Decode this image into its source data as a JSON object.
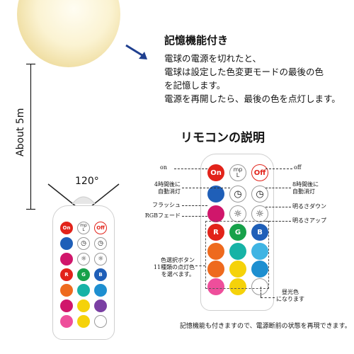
{
  "feature": {
    "title": "記憶機能付き",
    "lines": [
      "電球の電源を切れたと、",
      "電球は設定した色変更モードの最後の色",
      "を記憶します。",
      "電源を再開したら、最後の色を点灯します。"
    ]
  },
  "distance_label": "About 5m",
  "angle_label": "120°",
  "remote_section": {
    "title": "リモコンの説明",
    "callouts": {
      "on": "on",
      "off": "off",
      "timer_4h": [
        "4時間後に",
        "自動消灯"
      ],
      "timer_8h": [
        "8時間後に",
        "自動消灯"
      ],
      "flash": "フラッシュ",
      "rgb_fade": "RGBフェード",
      "dim_down": "明るさダウン",
      "dim_up": "明るさアップ",
      "color_select": [
        "色選択ボタン",
        "11種類の点灯色",
        "を選べます。"
      ],
      "warm_white": [
        "昼光色",
        "になります"
      ]
    }
  },
  "remote_buttons": {
    "on": "On",
    "off": "Off",
    "mp_top": "mp",
    "mp_bottom": "L",
    "r": "R",
    "g": "G",
    "b": "B"
  },
  "footer_note": "記憶機能も付きますので、電源断前の状態を再現できます。",
  "colors": {
    "red": "#e2231a",
    "green": "#17a14a",
    "blue": "#1f5fb8",
    "magenta": "#d0166b",
    "orange": "#ee6a1e",
    "teal": "#17b3a6",
    "sky": "#1e8fd0",
    "purple": "#7a3fa3",
    "yellow": "#f5d20a",
    "cyan": "#3fb4e3",
    "pink": "#ee4e9b",
    "arrow_blue": "#1f3f8f"
  }
}
